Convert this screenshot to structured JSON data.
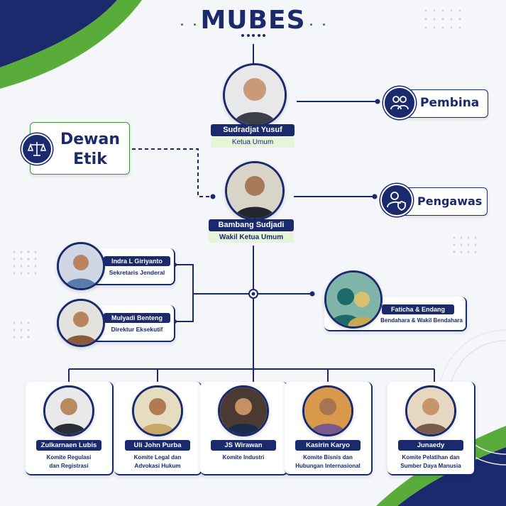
{
  "title": "MUBES",
  "nodes": {
    "ketua": {
      "name": "Sudradjat Yusuf",
      "role": "Ketua Umum"
    },
    "wakil": {
      "name": "Bambang Sudjadi",
      "role": "Wakil Ketua Umum"
    },
    "pembina": {
      "label": "Pembina"
    },
    "pengawas": {
      "label": "Pengawas"
    },
    "dewan_etik": {
      "label_line1": "Dewan",
      "label_line2": "Etik"
    },
    "sekjen": {
      "name": "Indra L Giriyanto",
      "role": "Sekretaris Jenderal"
    },
    "direktur": {
      "name": "Mulyadi Benteng",
      "role": "Direktur Eksekutif"
    },
    "bendahara": {
      "name": "Faticha & Endang",
      "role": "Bendahara & Wakil Bendahara"
    }
  },
  "committees": [
    {
      "name": "Zulkarnaen Lubis",
      "role_line1": "Komite Regulasi",
      "role_line2": "dan Registrasi"
    },
    {
      "name": "Uli John Purba",
      "role_line1": "Komite Legal dan",
      "role_line2": "Advokasi Hukum"
    },
    {
      "name": "JS Wirawan",
      "role_line1": "Komite Industri",
      "role_line2": ""
    },
    {
      "name": "Kasirin Karyo",
      "role_line1": "Komite Bisnis dan",
      "role_line2": "Hubungan Internasional"
    },
    {
      "name": "Junaedy",
      "role_line1": "Komite Pelatihan dan",
      "role_line2": "Sumber Daya Manusia"
    }
  ],
  "colors": {
    "navy": "#1a2a6c",
    "green": "#3a9a3a",
    "light_green": "#e6f4d8"
  },
  "icons": {
    "pembina": "group-people-icon",
    "pengawas": "user-shield-icon",
    "dewan_etik": "scales-icon"
  }
}
